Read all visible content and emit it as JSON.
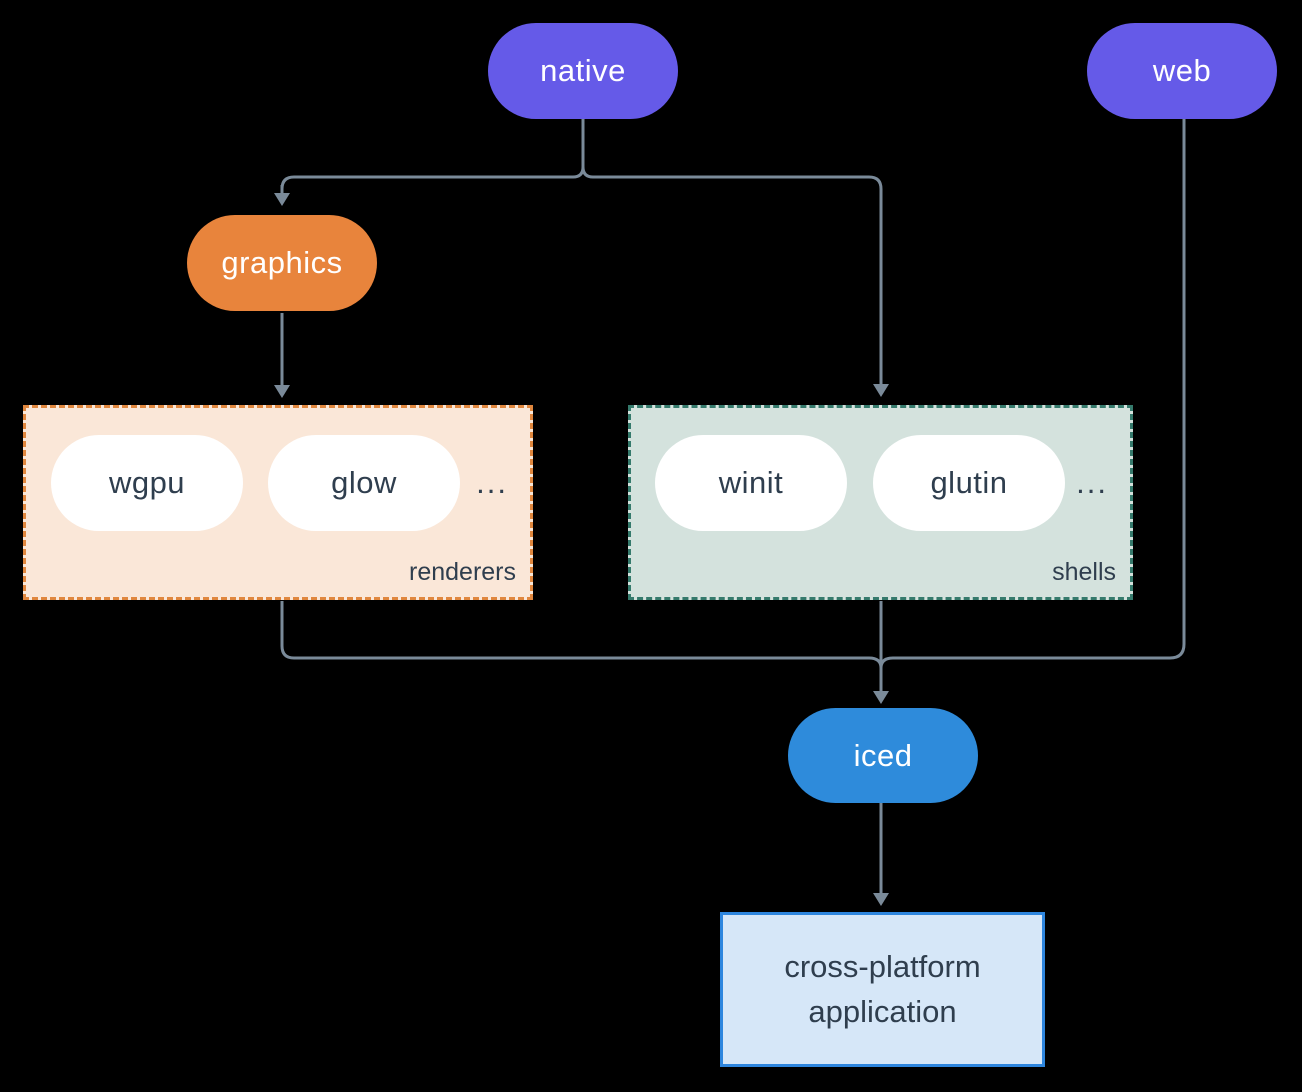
{
  "colors": {
    "background": "#000000",
    "line": "#7A8A99",
    "purple": "#655AE8",
    "orange": "#E8843C",
    "blue": "#2E8BDB",
    "renderers-fill": "#FAE7D8",
    "renderers-border": "#E0873E",
    "shells-fill": "#D4E2DD",
    "shells-border": "#357A6C",
    "app-fill": "#D6E7F8",
    "app-border": "#2E86DE",
    "dark-text": "#2F3E4E",
    "pill-text": "#FFFFFF"
  },
  "nodes": {
    "native": {
      "label": "native"
    },
    "web": {
      "label": "web"
    },
    "graphics": {
      "label": "graphics"
    },
    "iced": {
      "label": "iced"
    },
    "app": {
      "label": "cross-platform\napplication"
    }
  },
  "groups": {
    "renderers": {
      "label": "renderers",
      "items": [
        "wgpu",
        "glow"
      ],
      "ellipsis": "..."
    },
    "shells": {
      "label": "shells",
      "items": [
        "winit",
        "glutin"
      ],
      "ellipsis": "..."
    }
  },
  "edges": [
    {
      "from": "native",
      "to": "graphics"
    },
    {
      "from": "native",
      "to": "shells"
    },
    {
      "from": "graphics",
      "to": "renderers"
    },
    {
      "from": "renderers",
      "to": "iced"
    },
    {
      "from": "shells",
      "to": "iced"
    },
    {
      "from": "web",
      "to": "iced"
    },
    {
      "from": "iced",
      "to": "app"
    }
  ]
}
